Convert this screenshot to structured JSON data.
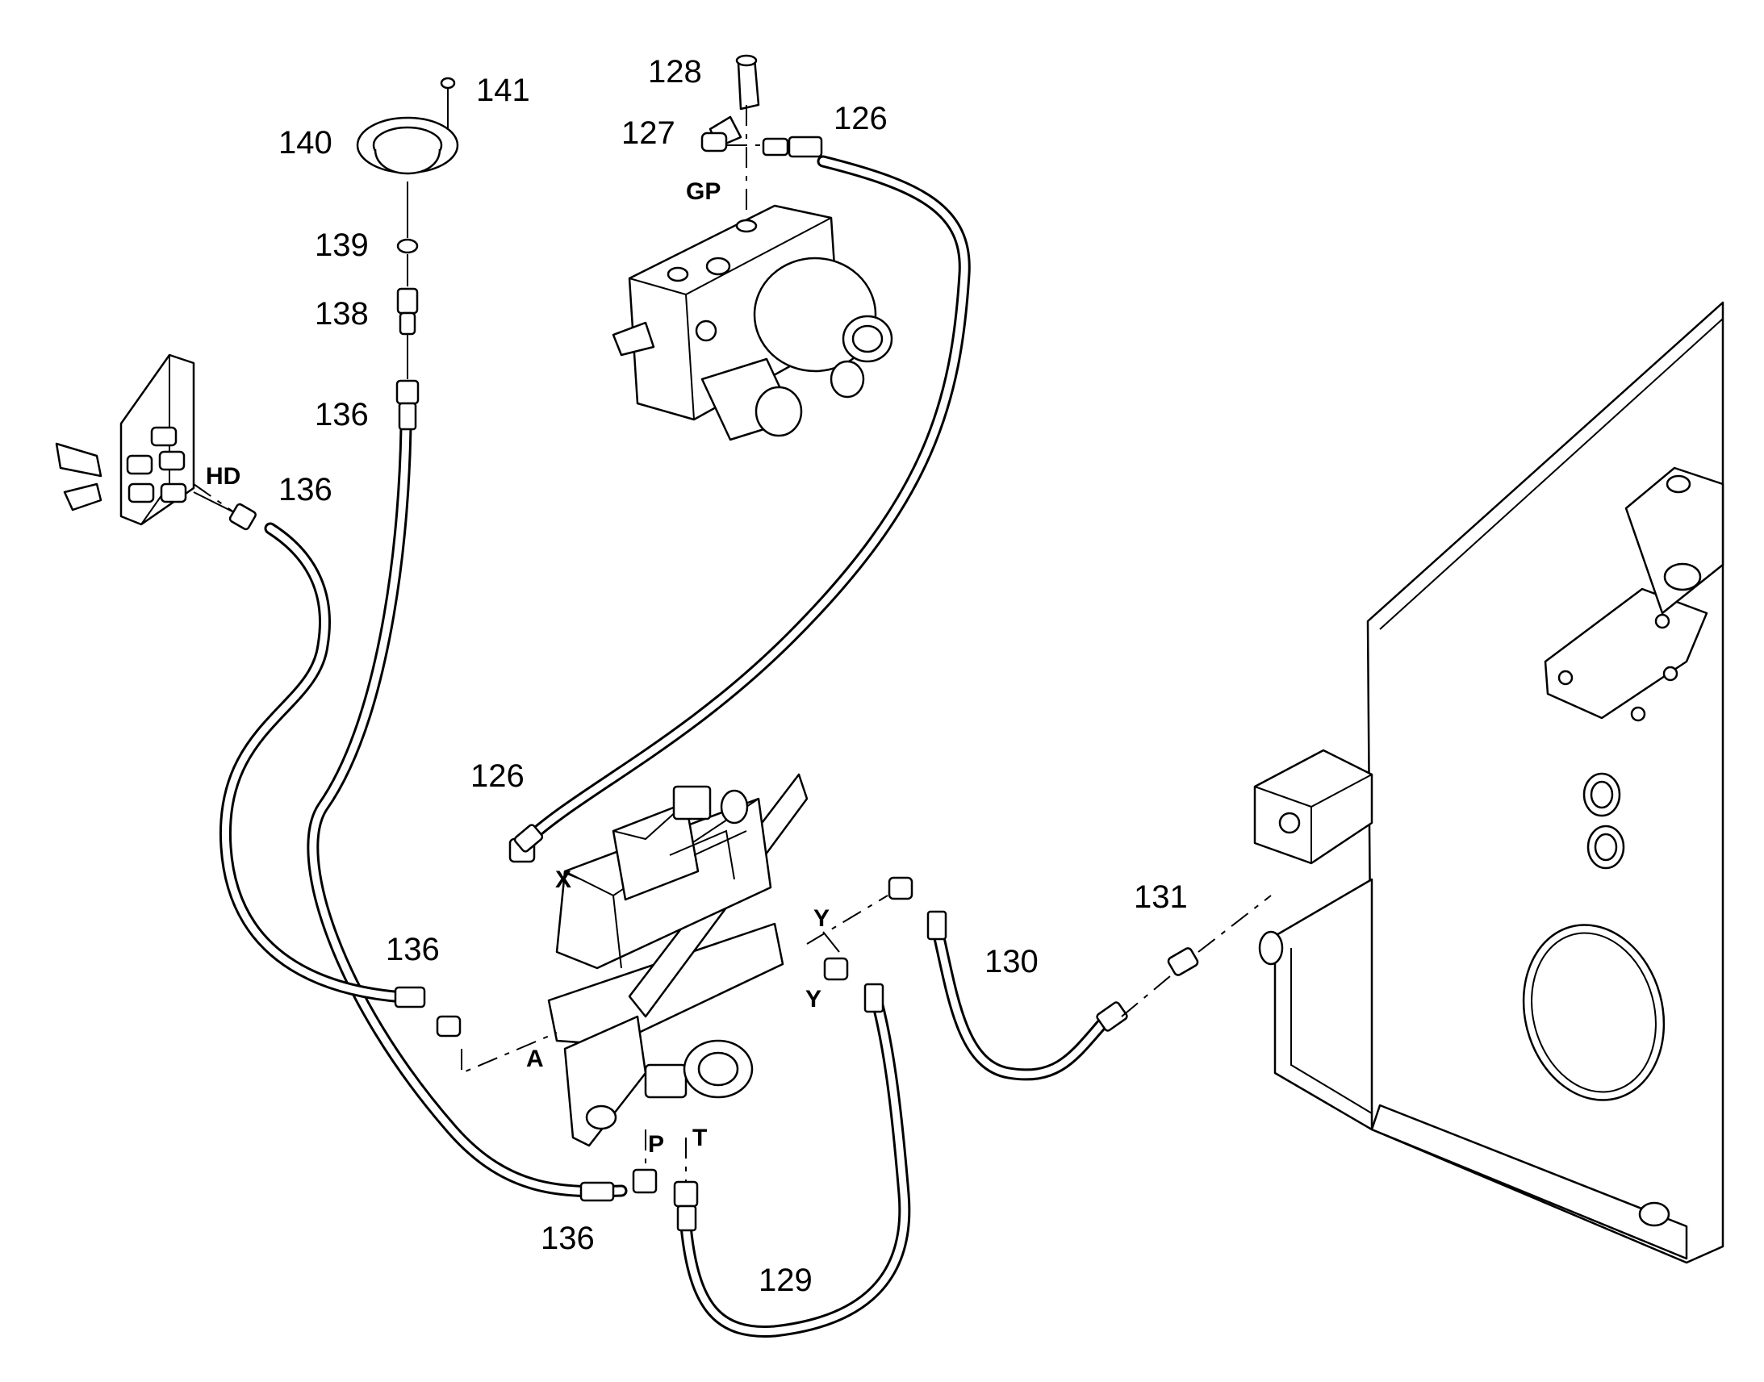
{
  "callouts": {
    "c141": "141",
    "c140": "140",
    "c139": "139",
    "c138": "138",
    "c136_top": "136",
    "c136_hd": "136",
    "c136_mid": "136",
    "c136_bottom": "136",
    "c128": "128",
    "c127": "127",
    "c126_top": "126",
    "c126_mid": "126",
    "c131": "131",
    "c130": "130",
    "c129": "129"
  },
  "ports": {
    "gp": "GP",
    "hd": "HD",
    "x": "X",
    "y_upper": "Y",
    "y_lower": "Y",
    "a": "A",
    "p": "P",
    "t": "T"
  }
}
